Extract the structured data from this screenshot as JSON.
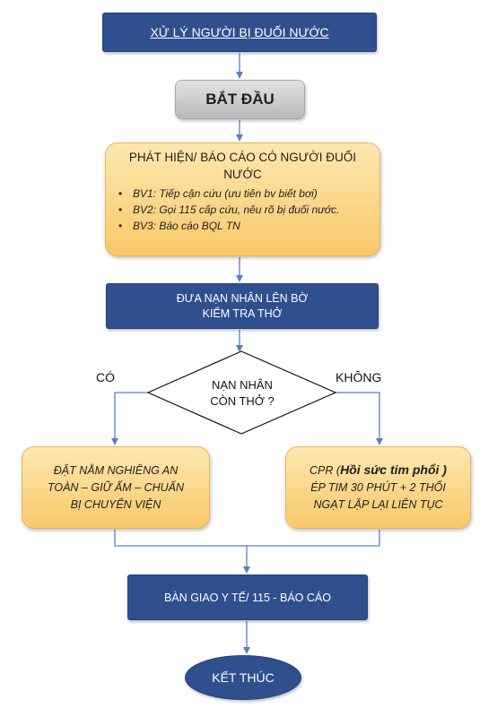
{
  "flowchart": {
    "title": "XỬ LÝ NGƯỜI BỊ ĐUỐI NƯỚC",
    "start": "BẮT ĐẦU",
    "detect": {
      "title_line1": "PHÁT HIỆN/ BÁO CÁO CÓ NGƯỜI ĐUỐI",
      "title_line2": "NƯỚC",
      "steps": [
        "BV1: Tiếp cận cứu (ưu tiên bv biết bơi)",
        "BV2: Gọi 115 cấp cứu, nêu rõ bị đuối nước.",
        "BV3: Báo cáo BQL TN"
      ]
    },
    "pull_out": {
      "line1": "ĐƯA NẠN NHÂN LÊN BỜ",
      "line2": "KIỂM TRA THỞ"
    },
    "decision": {
      "line1": "NẠN NHÂN",
      "line2": "CÒN THỞ ?",
      "yes_label": "CÓ",
      "no_label": "KHÔNG"
    },
    "yes_branch": {
      "line1": "ĐẶT NẰM NGHIÊNG AN",
      "line2": "TOÀN – GIỮ ẤM – CHUẨN",
      "line3": "BỊ CHUYỂN VIỆN"
    },
    "no_branch": {
      "cpr_prefix": "CPR (",
      "cpr_bold": "Hồi sức tim phổi )",
      "line2": "ÉP TIM 30 PHÚT + 2 THỔI",
      "line3": "NGẠT LẶP LẠI LIÊN TỤC"
    },
    "handover": "BÀN GIAO Y TẾ/ 115 -  BÁO CÁO",
    "end": "KẾT THÚC"
  },
  "colors": {
    "process_blue": "#2f4f8f",
    "connector": "#5b7fc1",
    "action_orange": "#f9c968",
    "start_gray": "#c8c8c8"
  }
}
